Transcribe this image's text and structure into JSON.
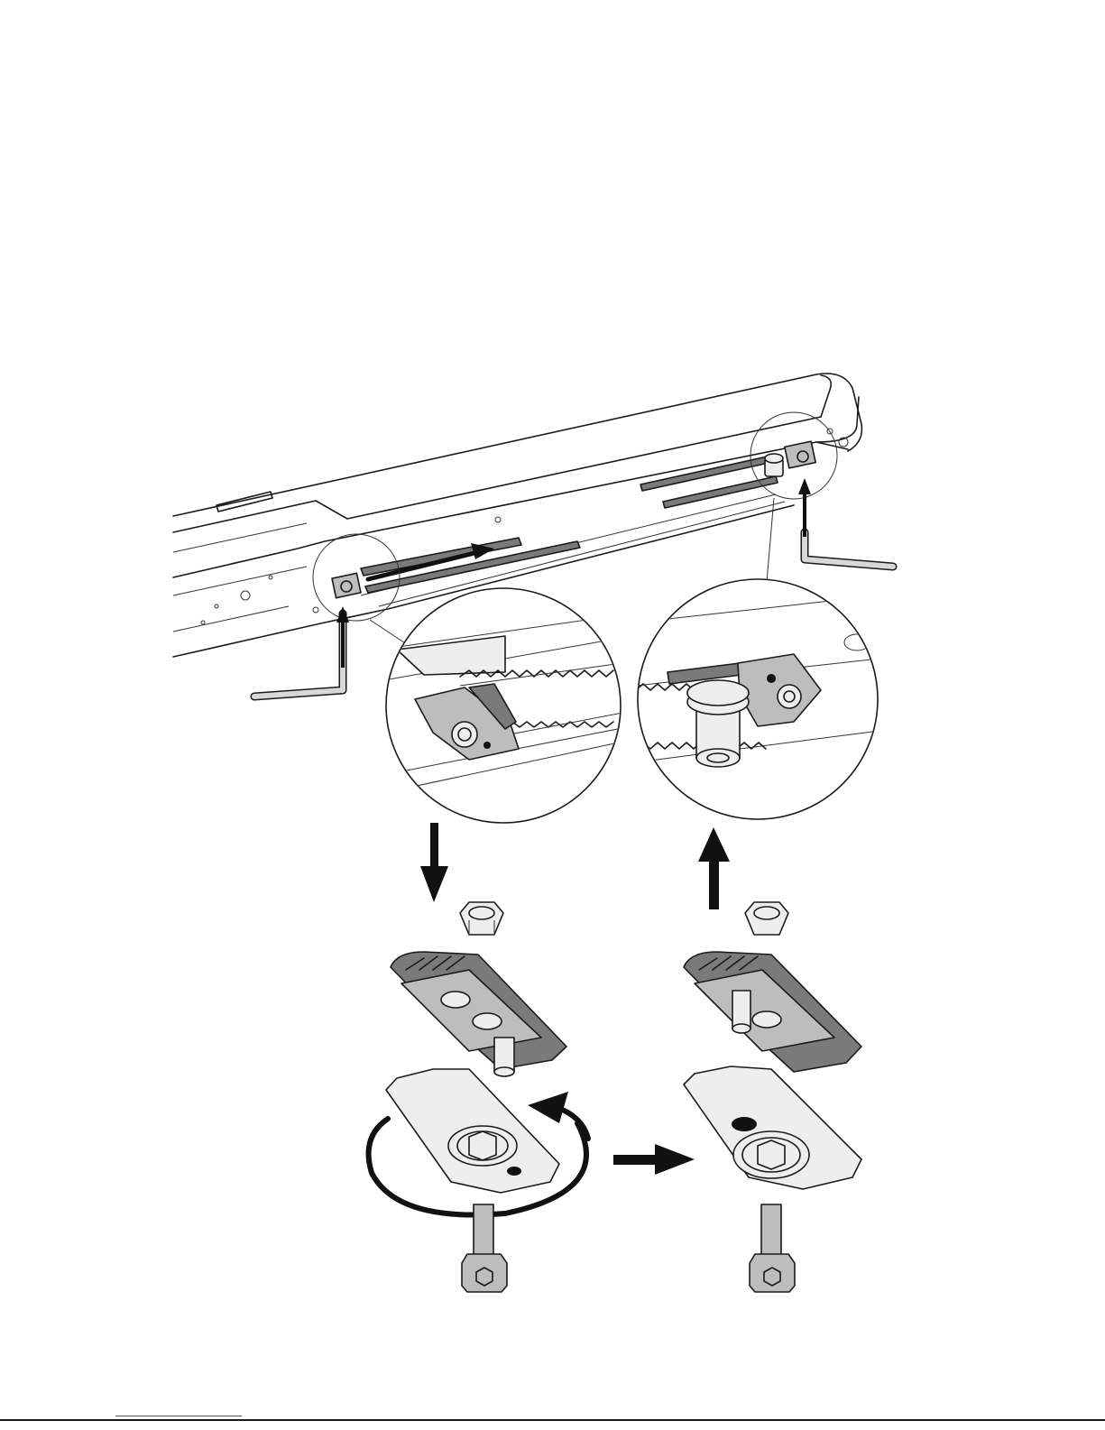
{
  "figure": {
    "description_text": "",
    "colors": {
      "line": "#1a1a1a",
      "part_light": "#eeeeee",
      "part_mid": "#bdbdbd",
      "part_dark": "#7a7a7a",
      "arrow": "#111111",
      "footer_link": "#2b58c8"
    },
    "icons": [
      "rail-housing",
      "toothed-belt",
      "hex-key-left",
      "hex-key-right",
      "detail-magnifier-left",
      "detail-magnifier-right",
      "down-arrow",
      "up-arrow",
      "right-arrow",
      "rotate-arrow",
      "hex-nut",
      "belt-clamp-top",
      "belt-clamp-bottom",
      "socket-head-bolt"
    ]
  }
}
